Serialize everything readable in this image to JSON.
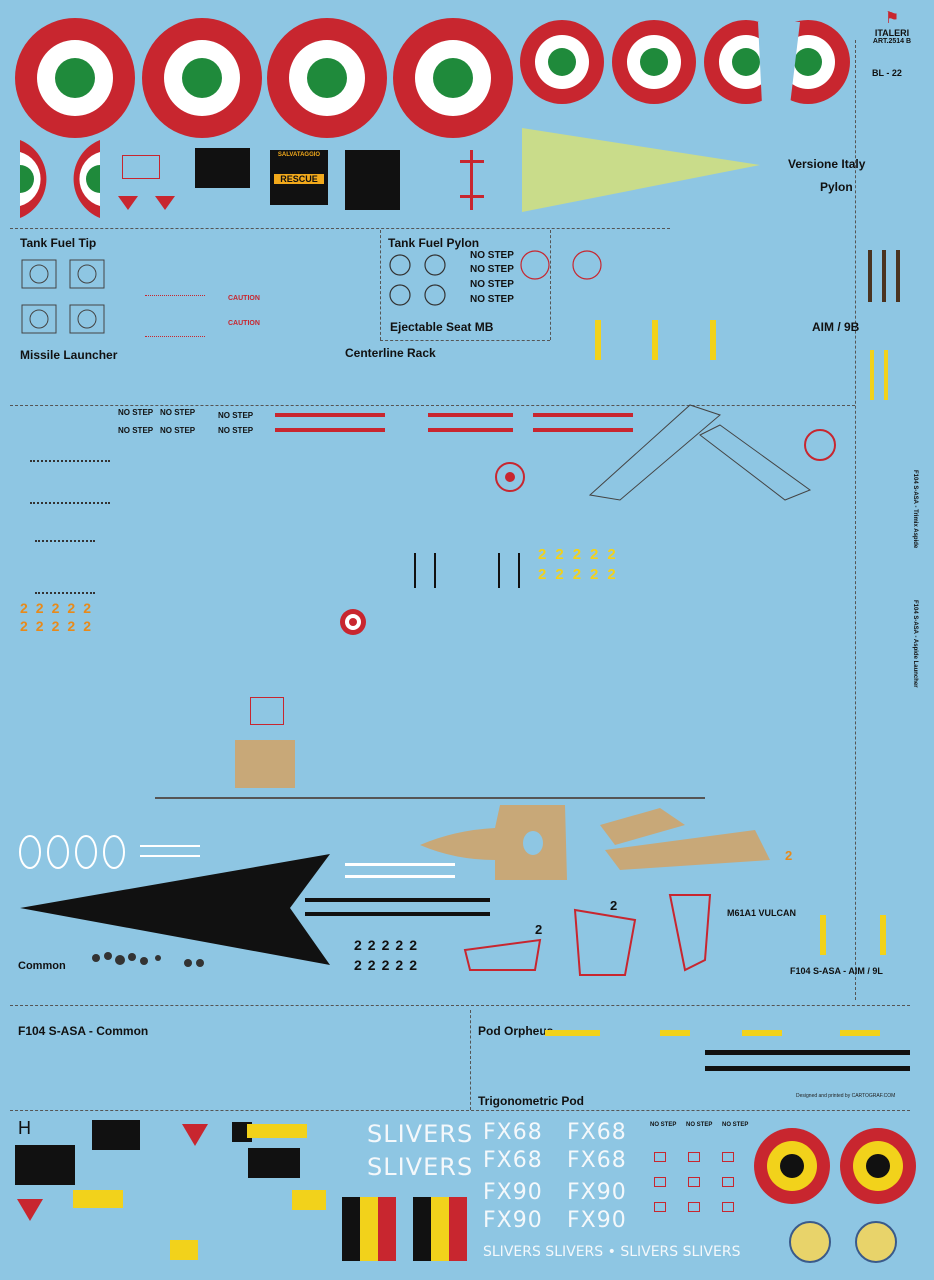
{
  "brand": {
    "name": "ITALERI",
    "article": "ART.2514 B",
    "sheet_code": "BL - 22"
  },
  "credit": "Designed and printed by CARTOGRAF.COM",
  "sections": {
    "versione_italy": "Versione Italy",
    "pylon": "Pylon",
    "tank_fuel_tip": "Tank Fuel Tip",
    "tank_fuel_pylon": "Tank Fuel Pylon",
    "ejectable_seat": "Ejectable Seat MB",
    "aim_9b": "AIM / 9B",
    "missile_launcher": "Missile Launcher",
    "centerline_rack": "Centerline Rack",
    "common": "Common",
    "vulcan": "M61A1 VULCAN",
    "aim_9l": "F104 S-ASA - AIM / 9L",
    "f104_common": "F104 S-ASA - Common",
    "pod_orpheus": "Pod Orpheus",
    "trigonometric_pod": "Trigonometric Pod",
    "side_label_1": "F104 S-ASA - Trimix Aspide",
    "side_label_2": "F104 S-ASA - Aspide Launcher"
  },
  "stencils": {
    "no_step": "NO STEP",
    "rescue": "RESCUE",
    "salvataggio": "SALVATAGGIO",
    "caution": "CAUTION",
    "letter_h": "H",
    "two": "2"
  },
  "big_texts": {
    "slivers": "SLIVERS",
    "fx68": "FX68",
    "fx90": "FX90",
    "slivers_row": "SLIVERS SLIVERS • SLIVERS SLIVERS"
  },
  "colors": {
    "sheet": "#8ec6e3",
    "italy_red": "#c8262f",
    "italy_green": "#1f8a3b",
    "belgian_yellow": "#f2d21b",
    "tan": "#c8a878",
    "pale_green": "#c9dc8a"
  }
}
